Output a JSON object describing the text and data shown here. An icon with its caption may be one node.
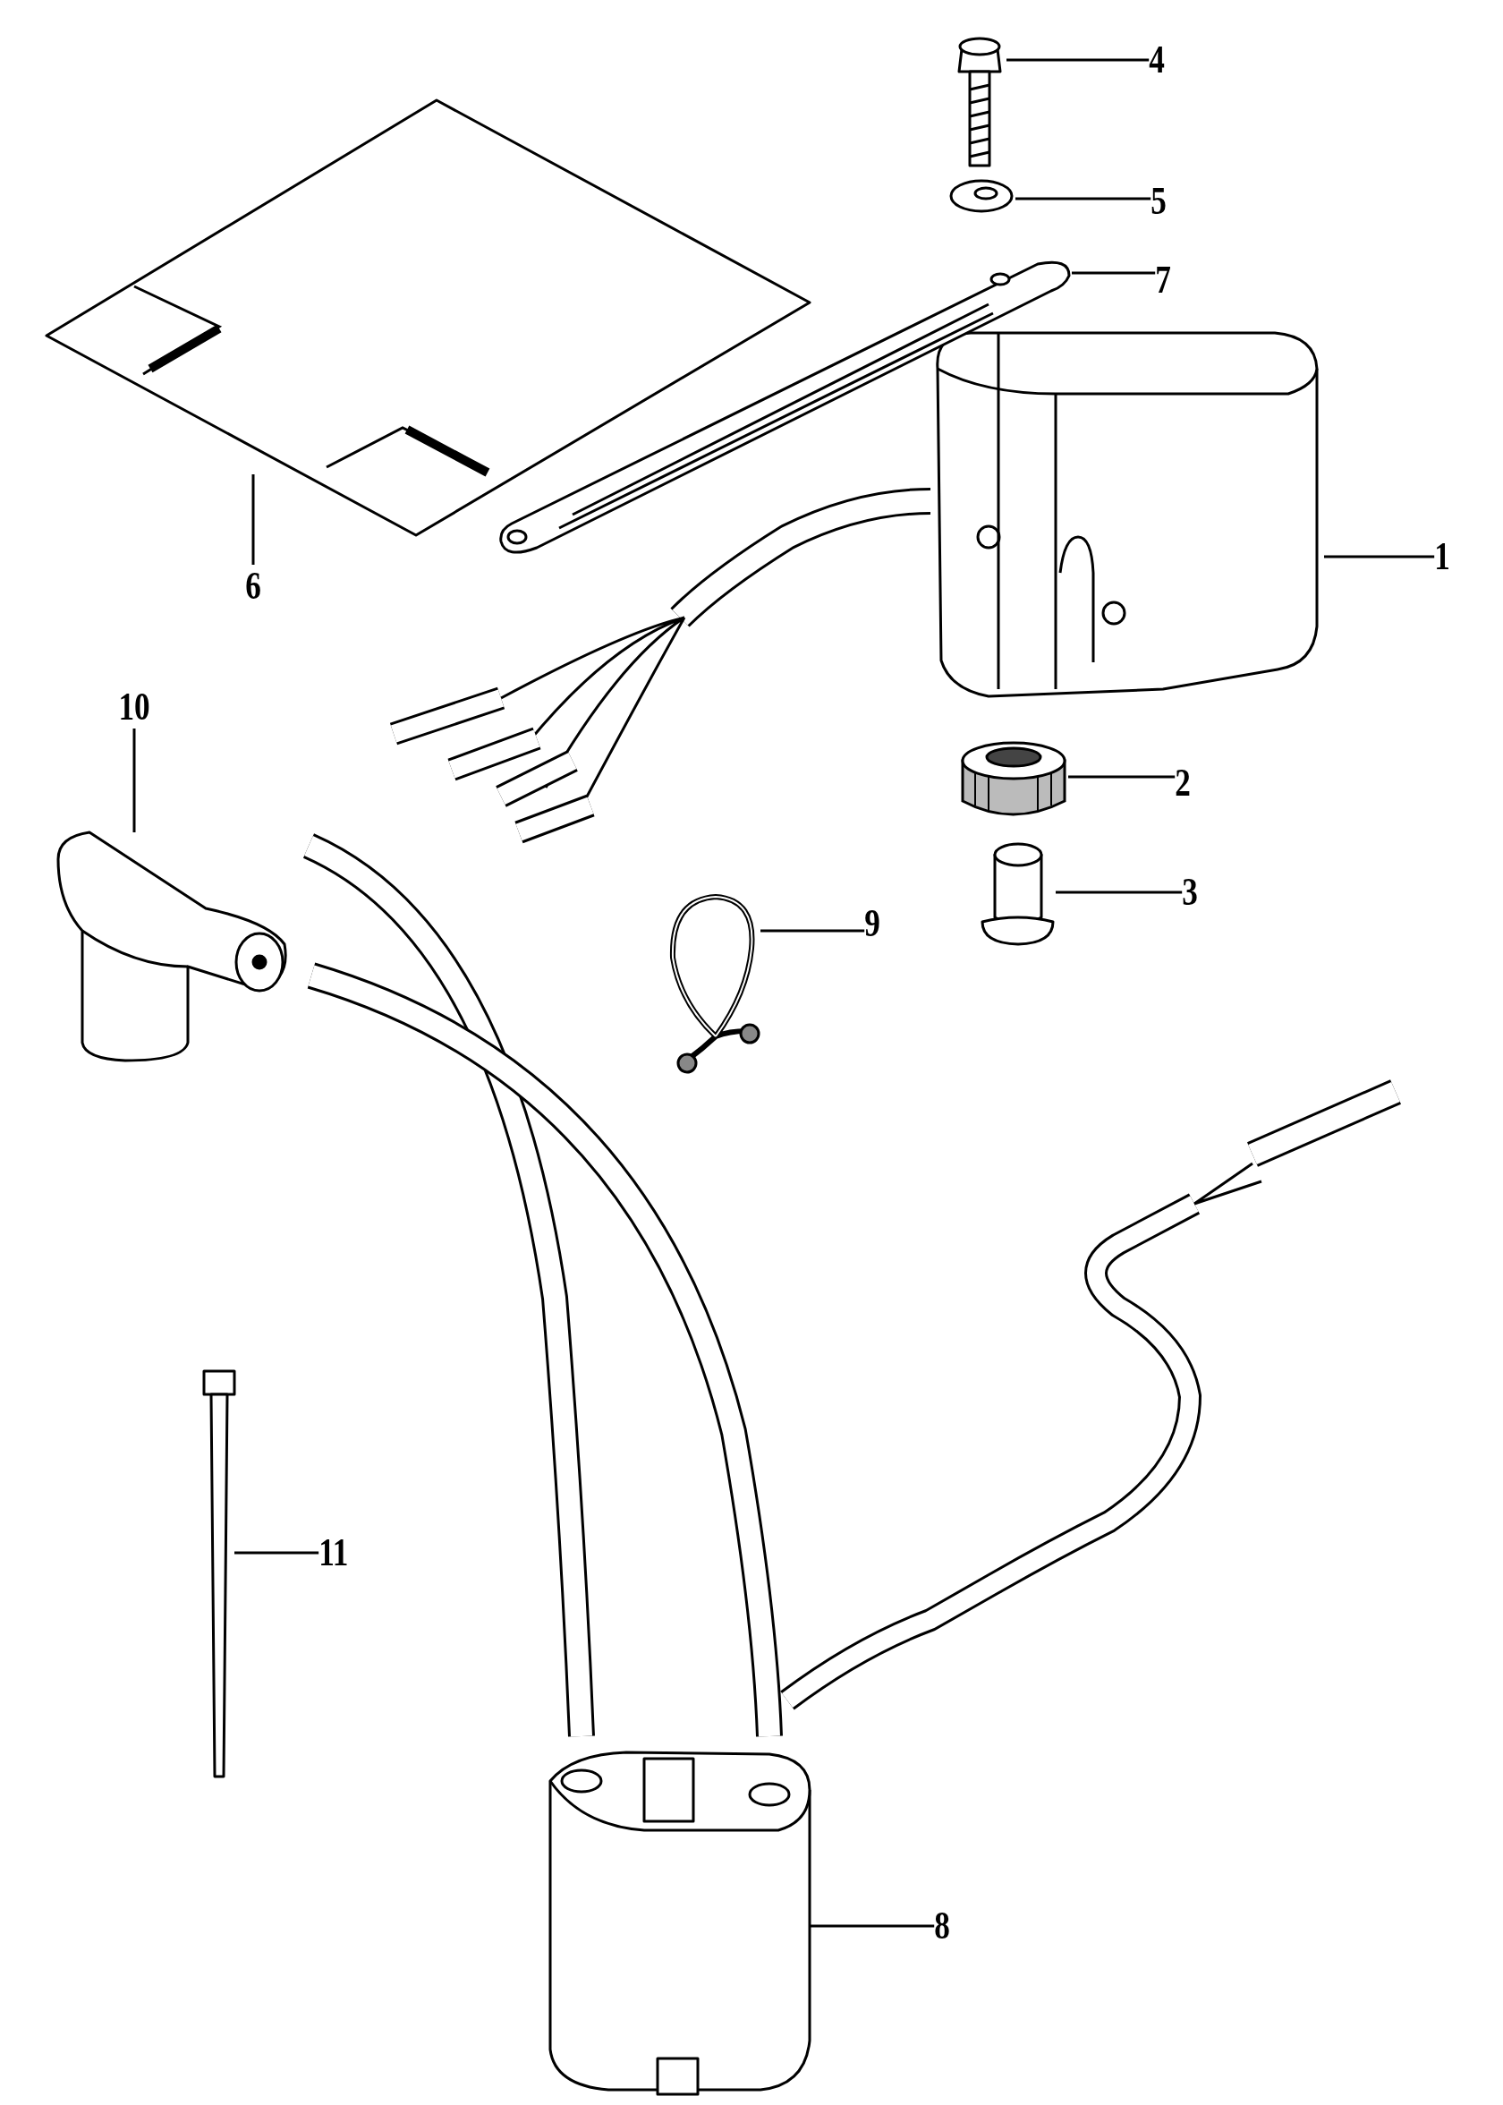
{
  "diagram": {
    "nodes": [
      {
        "text": [
          "1"
        ]
      },
      {
        "text": [
          "2"
        ]
      },
      {
        "text": [
          "3"
        ]
      },
      {
        "text": [
          "4"
        ]
      },
      {
        "text": [
          "5"
        ]
      },
      {
        "text": [
          "6"
        ]
      },
      {
        "text": [
          "7"
        ]
      },
      {
        "text": [
          "8"
        ]
      },
      {
        "text": [
          "9"
        ]
      },
      {
        "text": [
          "10"
        ]
      },
      {
        "text": [
          "11"
        ]
      },
      {
        "text": [],
        "shape": "picture"
      },
      {
        "text": [],
        "shape": "picture"
      },
      {
        "text": [],
        "shape": "picture"
      },
      {
        "text": [],
        "shape": "picture"
      },
      {
        "text": [],
        "shape": "picture"
      },
      {
        "text": [],
        "shape": "picture"
      },
      {
        "text": [],
        "shape": "picture"
      },
      {
        "text": [],
        "shape": "picture"
      },
      {
        "text": [],
        "shape": "picture"
      },
      {
        "text": [],
        "shape": "picture"
      },
      {
        "text": [],
        "shape": "picture"
      }
    ],
    "edges": [
      {
        "from": 0,
        "to": 11,
        "arrow": "none"
      },
      {
        "from": 1,
        "to": 12,
        "arrow": "none"
      },
      {
        "from": 2,
        "to": 13,
        "arrow": "none"
      },
      {
        "from": 3,
        "to": 14,
        "arrow": "none"
      },
      {
        "from": 4,
        "to": 15,
        "arrow": "none"
      },
      {
        "from": 5,
        "to": 16,
        "arrow": "none"
      },
      {
        "from": 6,
        "to": 17,
        "arrow": "none"
      },
      {
        "from": 7,
        "to": 18,
        "arrow": "none"
      },
      {
        "from": 8,
        "to": 19,
        "arrow": "none"
      },
      {
        "from": 9,
        "to": 20,
        "arrow": "none"
      },
      {
        "from": 10,
        "to": 21,
        "arrow": "none"
      }
    ]
  }
}
